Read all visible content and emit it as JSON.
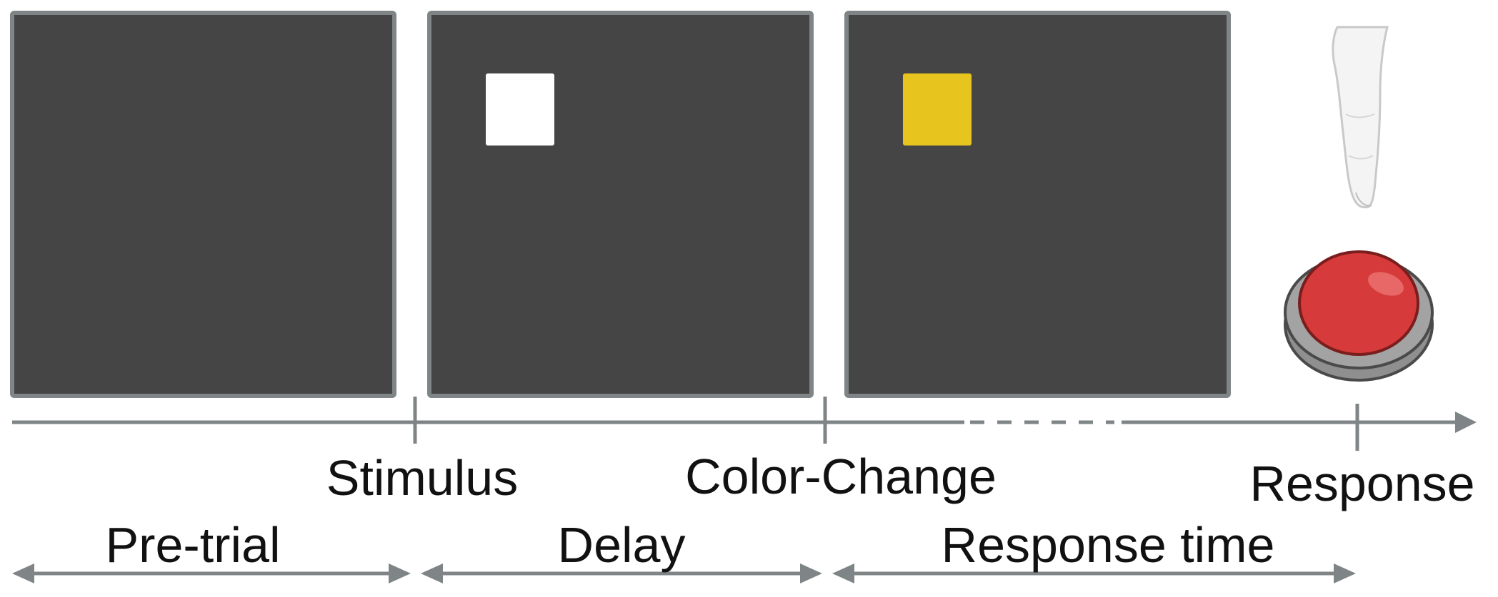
{
  "labels": {
    "stimulus": "Stimulus",
    "color_change": "Color-Change",
    "response": "Response"
  },
  "periods": {
    "pre_trial": "Pre-trial",
    "delay": "Delay",
    "response_time": "Response time"
  },
  "colors": {
    "screen_fill": "#454545",
    "screen_border": "#7f8587",
    "stimulus_white": "#ffffff",
    "stimulus_yellow": "#e8c41f",
    "axis": "#7f8587",
    "button_red": "#d63a3a",
    "button_base": "#a3a3a3"
  },
  "icons": {
    "finger": "pointing-finger-icon",
    "button": "red-push-button-icon"
  }
}
